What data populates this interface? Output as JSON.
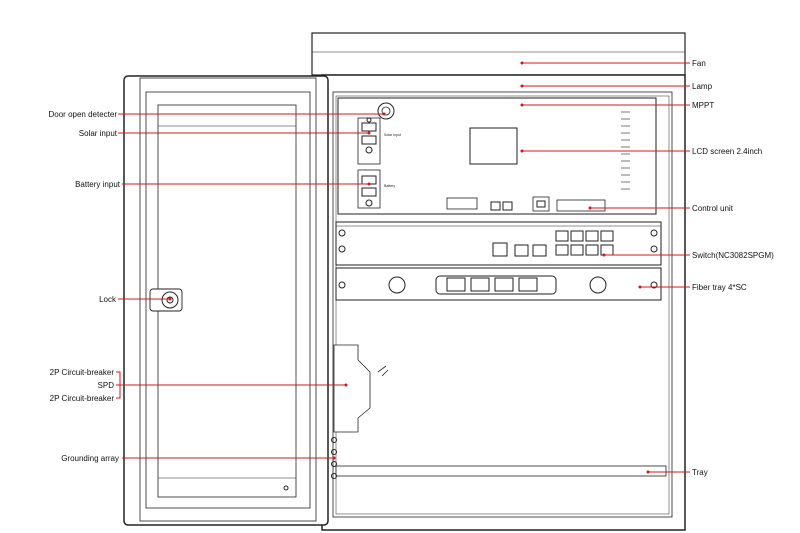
{
  "labels": {
    "left": {
      "door_open_detecter": "Door open detecter",
      "solar_input": "Solar input",
      "battery_input": "Battery input",
      "lock": "Lock",
      "circuit_breaker_top": "2P Circuit-breaker",
      "spd": "SPD",
      "circuit_breaker_bottom": "2P Circuit-breaker",
      "grounding_array": "Grounding  array"
    },
    "right": {
      "fan": "Fan",
      "lamp": "Lamp",
      "mppt": "MPPT",
      "lcd_screen": "LCD screen 2.4inch",
      "control_unit": "Control unit",
      "switch": "Switch(NC3082SPGM)",
      "fiber_tray": "Fiber tray 4*SC",
      "tray": "Tray"
    }
  },
  "panel_text": {
    "solar_input": "Solar Input",
    "battery": "Battery"
  },
  "colors": {
    "leader_line": "#d01818",
    "outline": "#222222"
  }
}
